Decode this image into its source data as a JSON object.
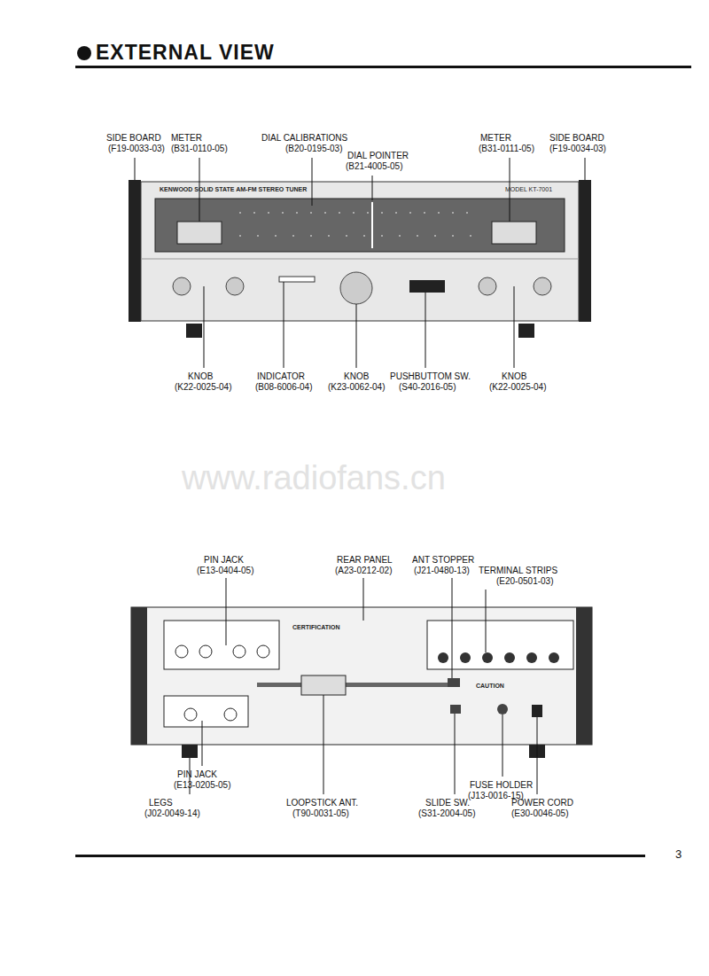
{
  "diagram": {
    "title": "EXTERNAL VIEW",
    "labels": [
      "SIDE BOARD",
      "(F19-0033-03)",
      "METER",
      "(B31-0110-05)",
      "DIAL CALIBRATIONS",
      "(B20-0195-03)",
      "DIAL POINTER",
      "(B21-4005-05)",
      "METER",
      "(B31-0111-05)",
      "SIDE BOARD",
      "(F19-0034-03)",
      "KNOB",
      "(K22-0025-04)",
      "INDICATOR",
      "(B08-6006-04)",
      "KNOB",
      "(K23-0062-04)",
      "PUSHBUTTOM SW.",
      "(S40-2016-05)",
      "KNOB",
      "(K22-0025-04)",
      "KENWOOD SOLID STATE AM-FM STEREO TUNER",
      "MODEL KT-7001",
      "www.radiofans.cn",
      "PIN JACK",
      "(E13-0404-05)",
      "REAR PANEL",
      "(A23-0212-02)",
      "ANT STOPPER",
      "(J21-0480-13)",
      "TERMINAL STRIPS",
      "(E20-0501-03)",
      "PIN JACK",
      "(E13-0205-05)",
      "LEGS",
      "(J02-0049-14)",
      "LOOPSTICK ANT.",
      "(T90-0031-05)",
      "SLIDE SW.",
      "(S31-2004-05)",
      "FUSE HOLDER",
      "(J13-0016-15)",
      "POWER CORD",
      "(E30-0046-05)",
      "CERTIFICATION",
      "CAUTION",
      "3"
    ]
  }
}
